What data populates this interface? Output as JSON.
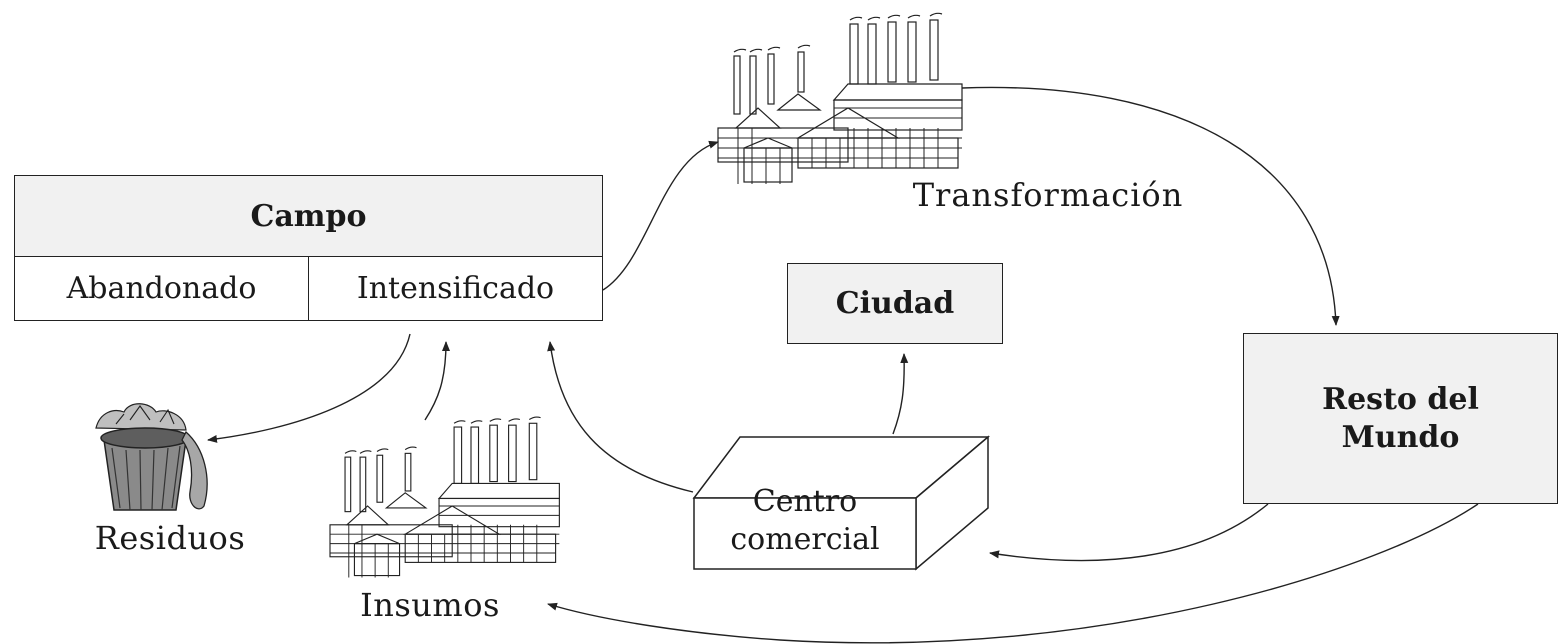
{
  "nodes": {
    "campo": {
      "title": "Campo",
      "left_cell": "Abandonado",
      "right_cell": "Intensificado"
    },
    "ciudad": {
      "label": "Ciudad"
    },
    "resto_del_mundo": {
      "line1": "Resto del",
      "line2": "Mundo"
    },
    "centro_comercial": {
      "line1": "Centro",
      "line2": "comercial"
    },
    "transformacion": {
      "label": "Transformación",
      "icon": "factory-icon"
    },
    "insumos": {
      "label": "Insumos",
      "icon": "factory-icon"
    },
    "residuos": {
      "label": "Residuos",
      "icon": "trash-can-icon"
    }
  },
  "colors": {
    "box_fill": "#f1f1f1",
    "stroke": "#222222",
    "text": "#1a1a1a"
  }
}
